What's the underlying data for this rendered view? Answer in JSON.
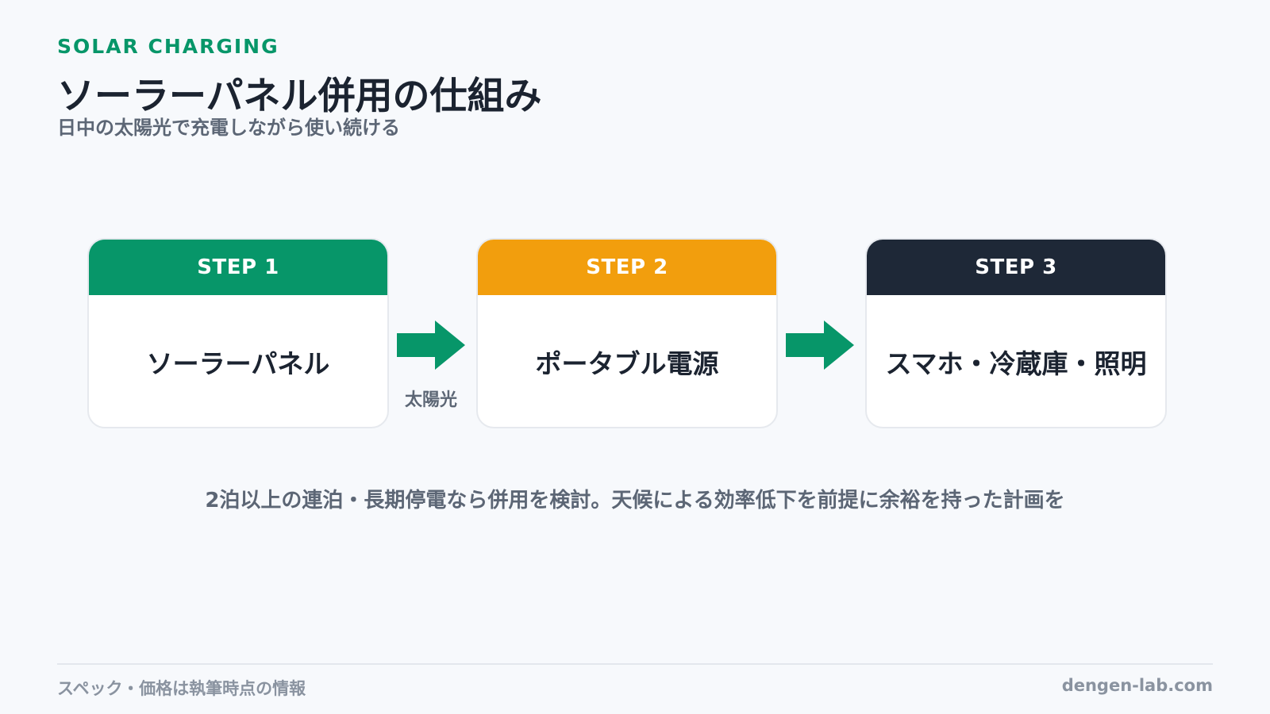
{
  "header": {
    "eyebrow": "SOLAR CHARGING",
    "title": "ソーラーパネル併用の仕組み",
    "subtitle": "日中の太陽光で充電しながら使い続ける"
  },
  "steps": [
    {
      "label": "STEP 1",
      "text": "ソーラーパネル",
      "color": "#079669"
    },
    {
      "label": "STEP 2",
      "text": "ポータブル電源",
      "color": "#f29e0d"
    },
    {
      "label": "STEP 3",
      "text": "スマホ・冷蔵庫・照明",
      "color": "#1e2837"
    }
  ],
  "arrows": [
    {
      "label": "太陽光",
      "icon": "arrow-right-icon"
    },
    {
      "label": "",
      "icon": "arrow-right-icon"
    }
  ],
  "note": "2泊以上の連泊・長期停電なら併用を検討。天候による効率低下を前提に余裕を持った計画を",
  "footer": {
    "left": "スペック・価格は執筆時点の情報",
    "right": "dengen-lab.com"
  },
  "colors": {
    "accent": "#079669",
    "background": "#f7f9fc"
  }
}
